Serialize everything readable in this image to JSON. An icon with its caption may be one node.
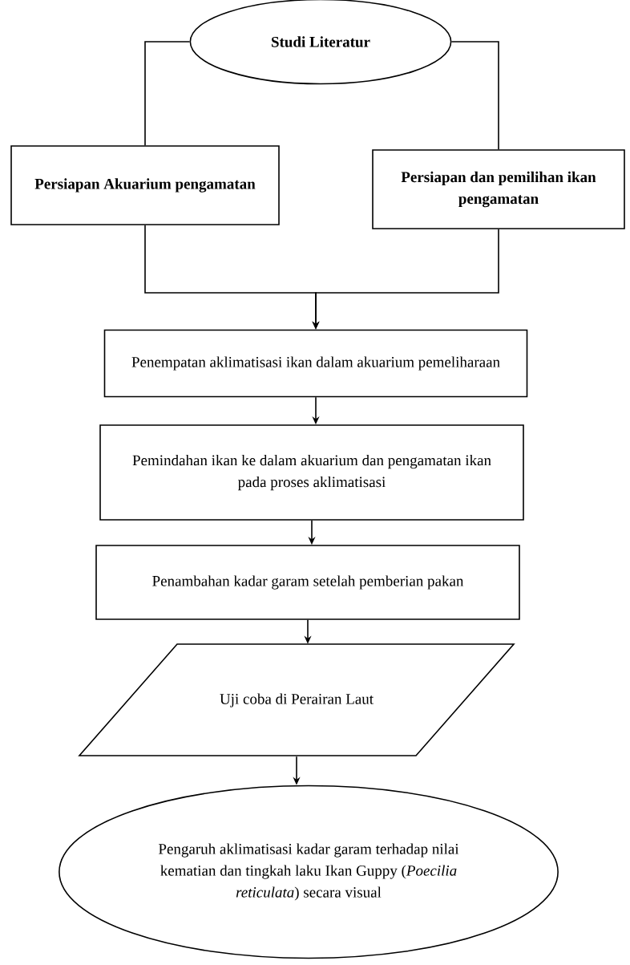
{
  "diagram": {
    "nodes": [
      {
        "text": [
          "Studi Literatur"
        ]
      },
      {
        "text": [
          "Persiapan Akuarium pengamatan"
        ]
      },
      {
        "text": [
          "Persiapan dan pemilihan ikan pengamatan"
        ]
      },
      {
        "text": [
          "Penempatan aklimatisasi ikan dalam akuarium pemeliharaan"
        ]
      },
      {
        "text": [
          "Pemindahan ikan ke dalam akuarium dan pengamatan ikan pada proses aklimatisasi"
        ]
      },
      {
        "text": [
          "Penambahan kadar garam setelah pemberian pakan"
        ]
      },
      {
        "text": [
          "Uji coba di Perairan Laut"
        ]
      },
      {
        "text": [
          "Pengaruh aklimatisasi kadar garam terhadap nilai kematian dan tingkah laku Ikan Guppy (*Poecilia reticulata*) secara visual"
        ]
      }
    ],
    "edges": [
      {
        "from": 0,
        "to": 1,
        "arrow": "none"
      },
      {
        "from": 0,
        "to": 2,
        "arrow": "none"
      },
      {
        "from": 1,
        "to": 3,
        "arrow": "to"
      },
      {
        "from": 2,
        "to": 3,
        "arrow": "to"
      },
      {
        "from": 3,
        "to": 4,
        "arrow": "to"
      },
      {
        "from": 4,
        "to": 5,
        "arrow": "to"
      },
      {
        "from": 5,
        "to": 6,
        "arrow": "to"
      },
      {
        "from": 6,
        "to": 7,
        "arrow": "to"
      }
    ]
  }
}
